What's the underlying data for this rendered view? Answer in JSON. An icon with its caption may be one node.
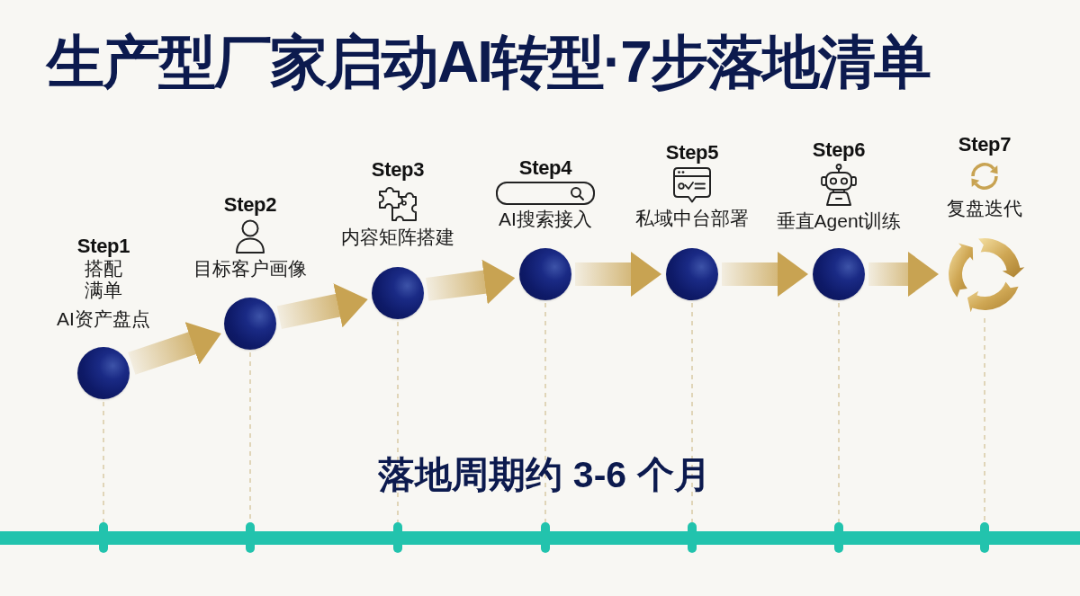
{
  "diagram": {
    "title": "生产型厂家启动AI转型·7步落地清单",
    "nodes": [
      {
        "text": [],
        "shape": "circle",
        "beside": [
          "Step1",
          "搭配满单",
          "AI资产盘点"
        ]
      },
      {
        "text": [],
        "shape": "circle",
        "beside": [
          "Step2",
          "目标客户画像"
        ]
      },
      {
        "text": [],
        "shape": "circle",
        "beside": [
          "Step3",
          "内容矩阵搭建"
        ]
      },
      {
        "text": [],
        "shape": "circle",
        "beside": [
          "Step4",
          "AI搜索接入"
        ]
      },
      {
        "text": [],
        "shape": "circle",
        "beside": [
          "Step5",
          "私域中台部署"
        ]
      },
      {
        "text": [],
        "shape": "circle",
        "beside": [
          "Step6",
          "垂直Agent训练"
        ]
      },
      {
        "text": [],
        "shape": "ring",
        "beside": [
          "Step7",
          "复盘迭代"
        ]
      }
    ],
    "edges": [
      {
        "from": 0,
        "to": 1,
        "arrow": "to",
        "style": "thick"
      },
      {
        "from": 1,
        "to": 2,
        "arrow": "to",
        "style": "thick"
      },
      {
        "from": 2,
        "to": 3,
        "arrow": "to",
        "style": "thick"
      },
      {
        "from": 3,
        "to": 4,
        "arrow": "to",
        "style": "thick"
      },
      {
        "from": 4,
        "to": 5,
        "arrow": "to",
        "style": "thick"
      },
      {
        "from": 5,
        "to": 6,
        "arrow": "to",
        "style": "thick"
      }
    ],
    "labels": [
      "落地周期约 3-6 个月"
    ]
  }
}
